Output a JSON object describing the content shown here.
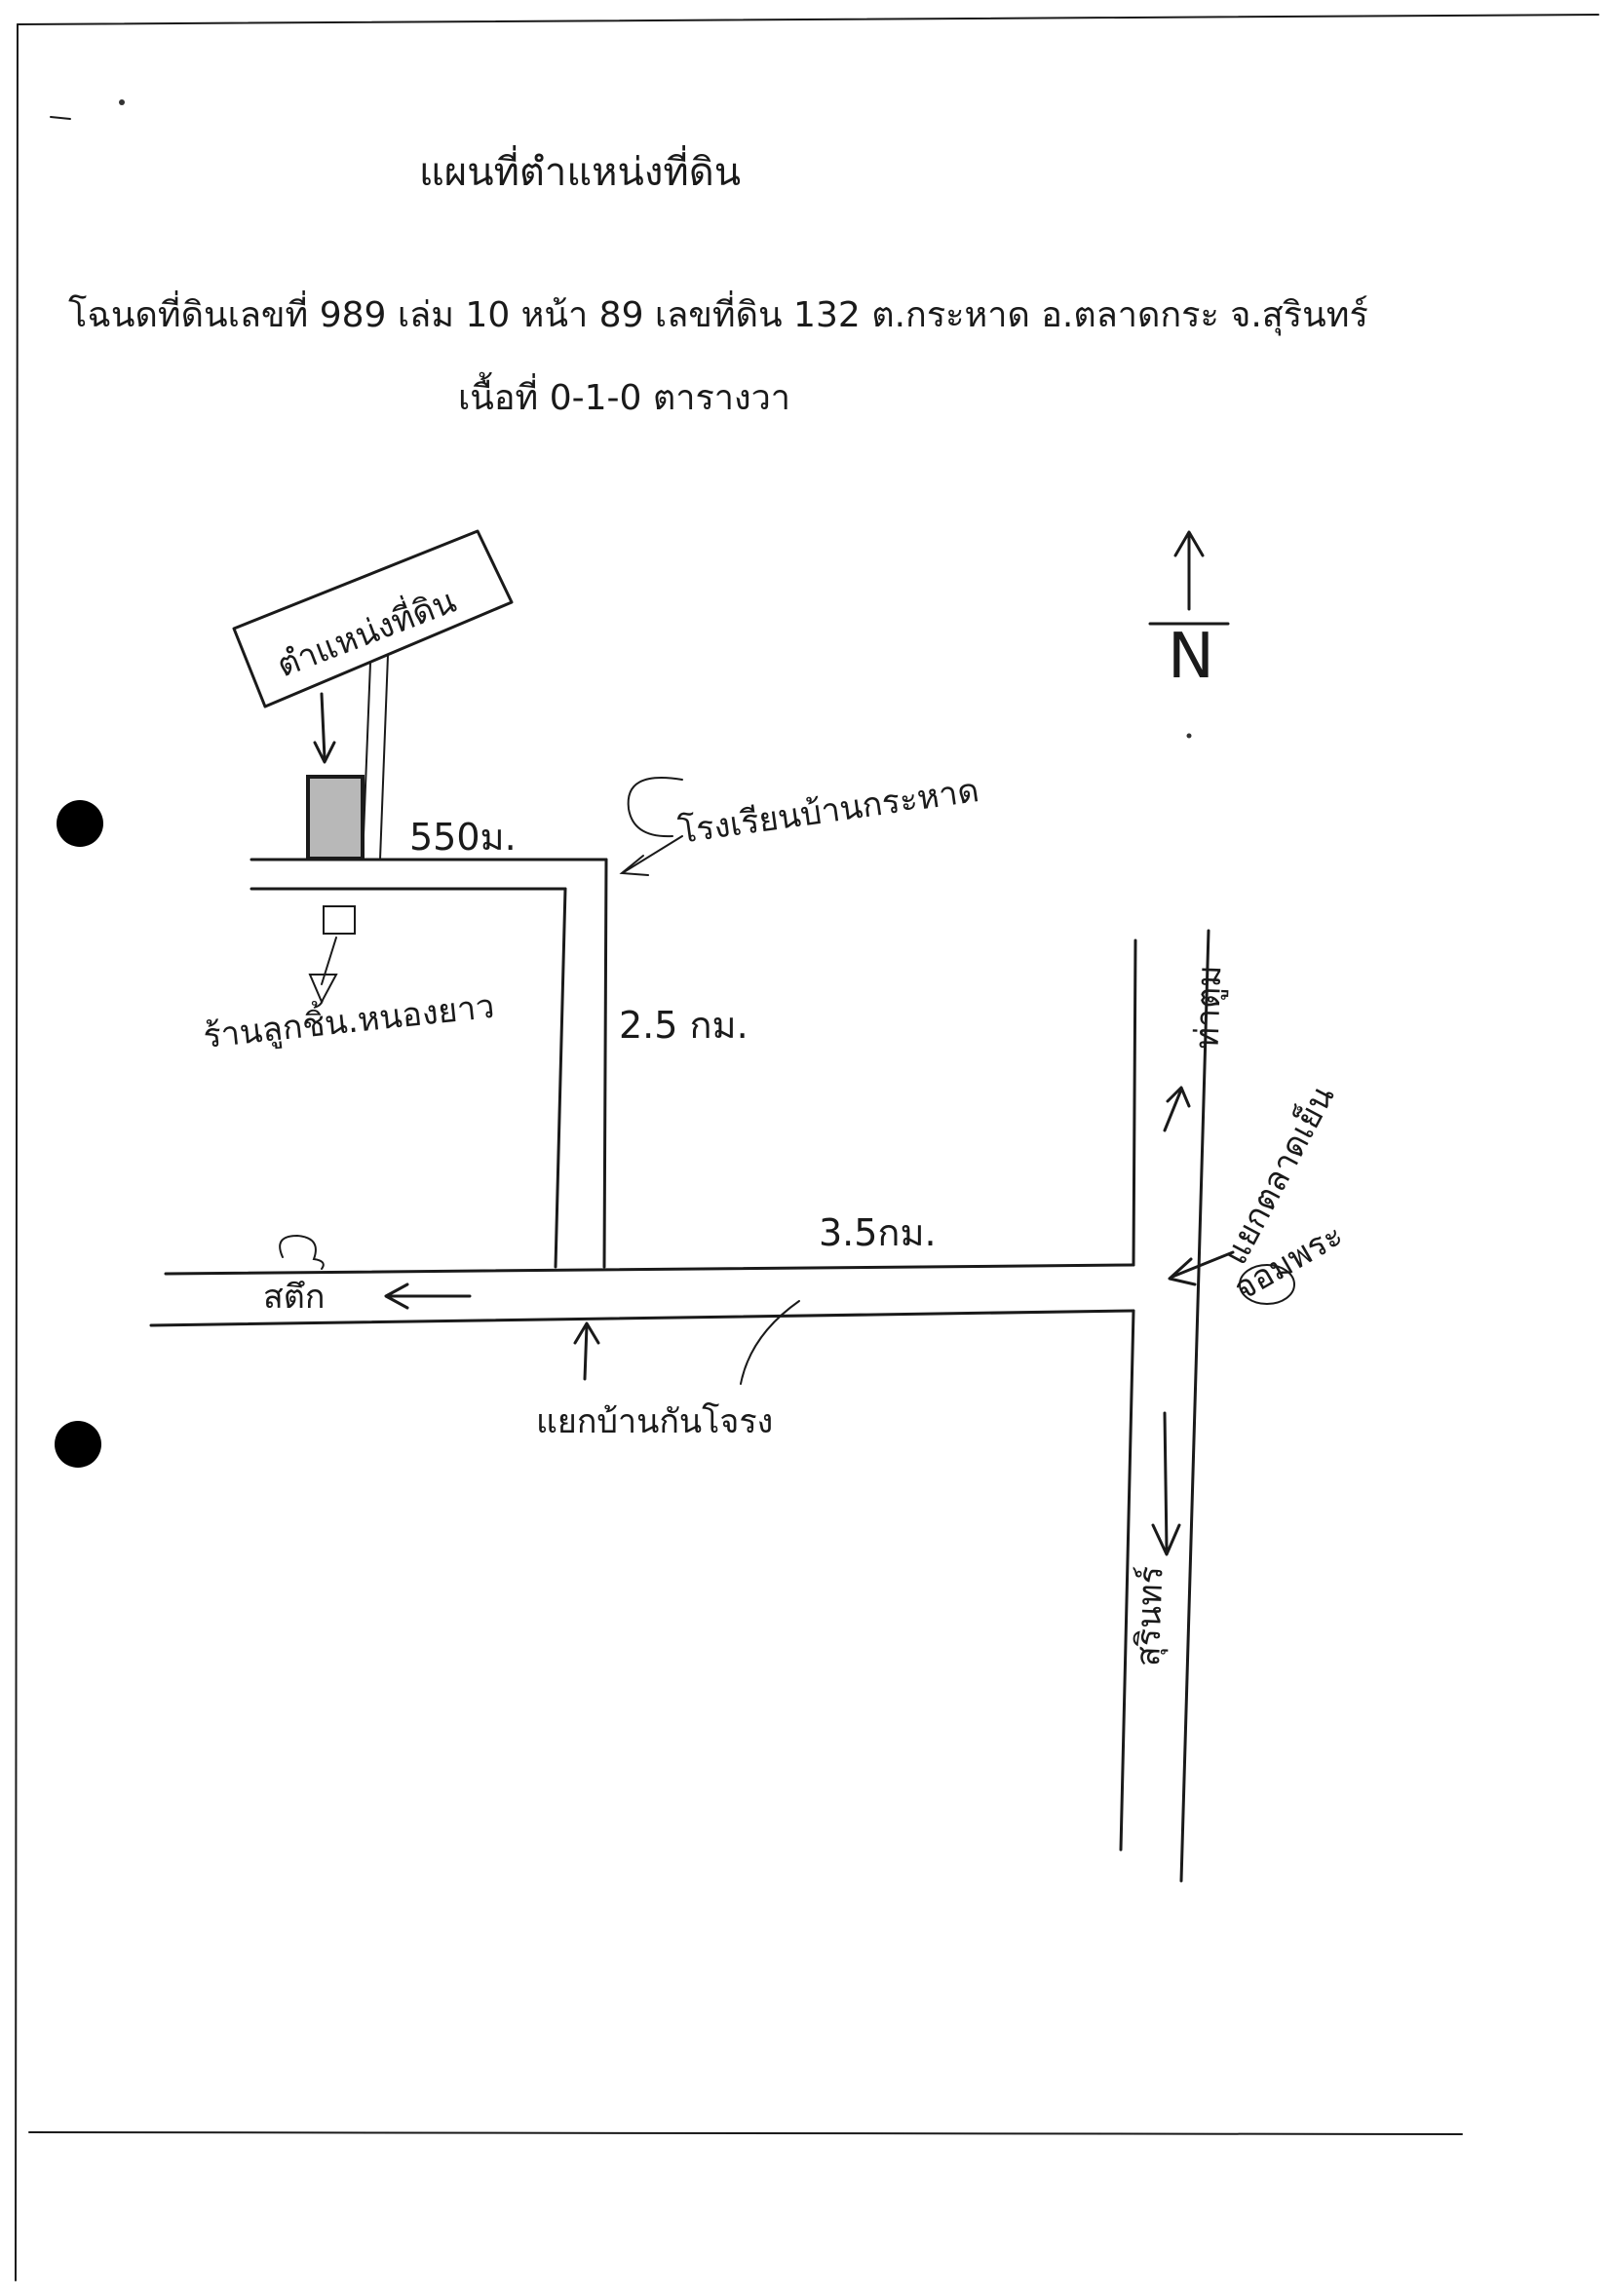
{
  "map": {
    "title": "แผนที่ตำแหน่งที่ดิน",
    "deed_line": "โฉนดที่ดินเลขที่ 989 เล่ม 10 หน้า 89 เลขที่ดิน 132 ต.กระหาด อ.ตลาดกระ จ.สุรินทร์",
    "area_line": "เนื้อที่ 0-1-0 ตารางวา",
    "north_label": "N",
    "land_sign": "ตำแหน่งที่ดิน",
    "distance_550": "550ม.",
    "distance_2_5": "2.5 กม.",
    "distance_3_5": "3.5กม.",
    "landmark_school": "โรงเรียนบ้านกระหาด",
    "landmark_shop": "ร้านลูกชิ้น.หนองยาว",
    "junction_kankong": "แยกบ้านกันโจรง",
    "junction_market": "แยกตลาดเย็น",
    "junction_market_sub": "จอมพระ",
    "road_west": "สตึก",
    "road_north": "ท่าตูม",
    "road_south": "สุรินทร์"
  },
  "colors": {
    "ink": "#1a1a1a",
    "parcel_fill": "#b8b8b8",
    "paper": "#ffffff"
  }
}
